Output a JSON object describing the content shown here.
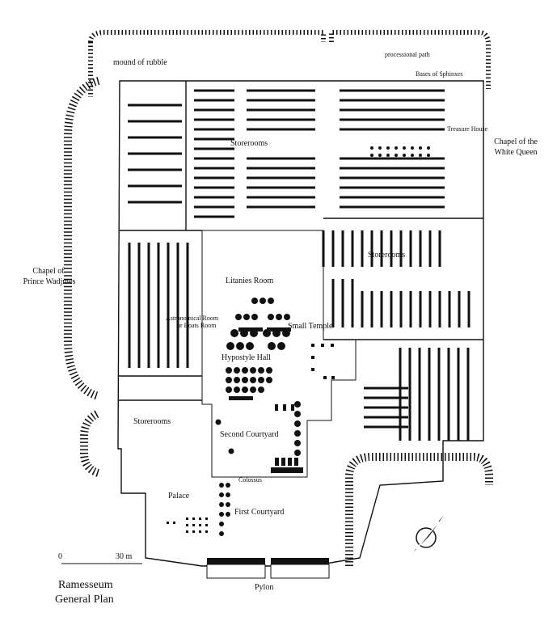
{
  "labels": {
    "mound": "mound of rubble",
    "processional": "processional path",
    "sphinxes": "Bases of Sphinxes",
    "treasure": "Treasure House",
    "white_queen_1": "Chapel of the",
    "white_queen_2": "White Queen",
    "storerooms_n": "Storerooms",
    "storerooms_e": "Storerooms",
    "storerooms_w": "Storerooms",
    "wadjmes_1": "Chapel of",
    "wadjmes_2": "Prince Wadjmes",
    "litanies": "Litanies Room",
    "astro_1": "Astronomical Room",
    "astro_2": "or Boats Room",
    "small_temple": "Small Temple",
    "hypostyle": "Hypostyle Hall",
    "second_court": "Second Courtyard",
    "colossus": "Colossus",
    "palace": "Palace",
    "first_court": "First Courtyard",
    "pylon": "Pylon"
  },
  "scale": {
    "zero": "0",
    "length": "30 m"
  },
  "title": {
    "line1": "Ramesseum",
    "line2": "General Plan"
  },
  "icons": [
    "compass-rose-icon"
  ]
}
